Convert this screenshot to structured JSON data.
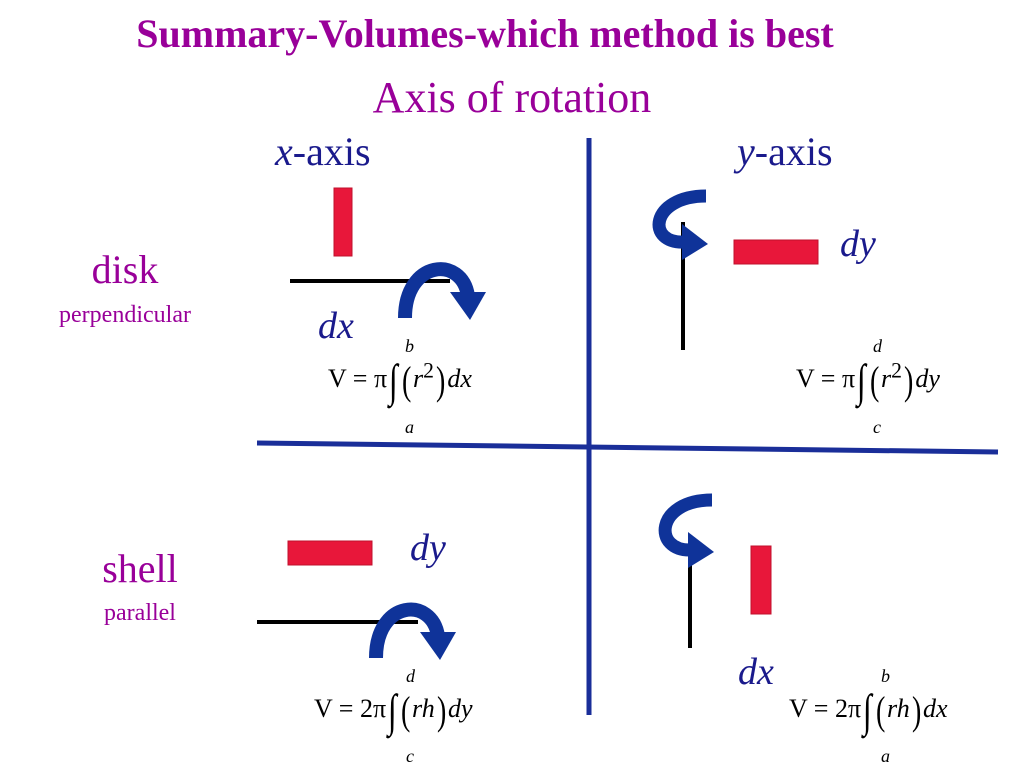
{
  "title": "Summary-Volumes-which method is best",
  "subtitle": "Axis of rotation",
  "columns": [
    {
      "var": "x",
      "suffix": "-axis"
    },
    {
      "var": "y",
      "suffix": "-axis"
    }
  ],
  "rows": [
    {
      "label": "disk",
      "sub": "perpendicular"
    },
    {
      "label": "shell",
      "sub": "parallel"
    }
  ],
  "cells": {
    "disk_x": {
      "differential": "dx",
      "lower": "a",
      "upper": "b",
      "lead": "V = π",
      "integrand": "r",
      "power": "2",
      "tail": "dx"
    },
    "disk_y": {
      "differential": "dy",
      "lower": "c",
      "upper": "d",
      "lead": "V = π",
      "integrand": "r",
      "power": "2",
      "tail": "dy"
    },
    "shell_x": {
      "differential": "dy",
      "lower": "c",
      "upper": "d",
      "lead": "V = 2π",
      "integrand": "rh",
      "power": "",
      "tail": "dy"
    },
    "shell_y": {
      "differential": "dx",
      "lower": "a",
      "upper": "b",
      "lead": "V = 2π",
      "integrand": "rh",
      "power": "",
      "tail": "dx"
    }
  },
  "colors": {
    "title": "#990099",
    "divider": "#1a2e99",
    "arrow": "#0f3399",
    "rect": "#e8173a",
    "axis": "#000000"
  }
}
